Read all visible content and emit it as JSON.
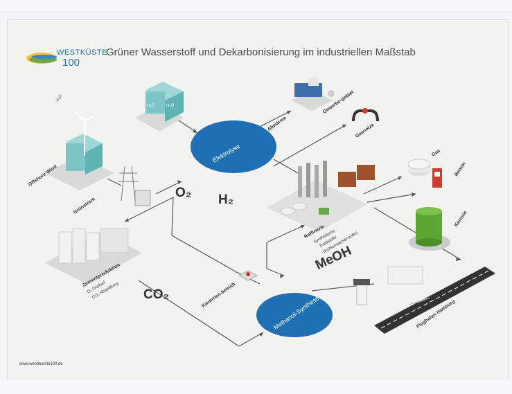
{
  "header": {
    "logo_top": "WESTKÜSTE",
    "logo_bottom": "100",
    "title": "Grüner Wasserstoff und Dekarbonisierung im industriellen Maßstab"
  },
  "nodes": {
    "offshore_wind": "Offshore Wind",
    "gruenstrom": "Grünstrom",
    "water_1": "H₂O",
    "water_2": "H₂O",
    "elektrolyse": "Elektrolyse",
    "abwaerme": "Abwärme",
    "gewerbegebiet": "Gewerbe-gebiet",
    "gasnetze": "Gasnetze",
    "o2": "O₂",
    "h2": "H₂",
    "zement": "Zementproduktion",
    "zement_sub1": "O₂ Oxyfuel",
    "zement_sub2": "CO₂ Abspaltung",
    "co2": "CO₂",
    "kavernen": "Kavernen-betrieb",
    "methanol": "Methanol-Synthese",
    "meoh": "MeOH",
    "raffinerie": "Raffinerie",
    "raffinerie_sub1": "Synthetische",
    "raffinerie_sub2": "Treibstoffe",
    "raffinerie_sub3": "(Kohlenwasserstoffe)",
    "gas": "Gas",
    "benzin": "Benzin",
    "kerosin": "Kerosin",
    "flughafen": "Flughafen Hamburg"
  },
  "footer": {
    "url": "www.westkueste100.de"
  },
  "colors": {
    "circle": "#1f6fb5",
    "green": "#5aa832",
    "accent_red": "#d23a2e",
    "text": "#333333"
  }
}
